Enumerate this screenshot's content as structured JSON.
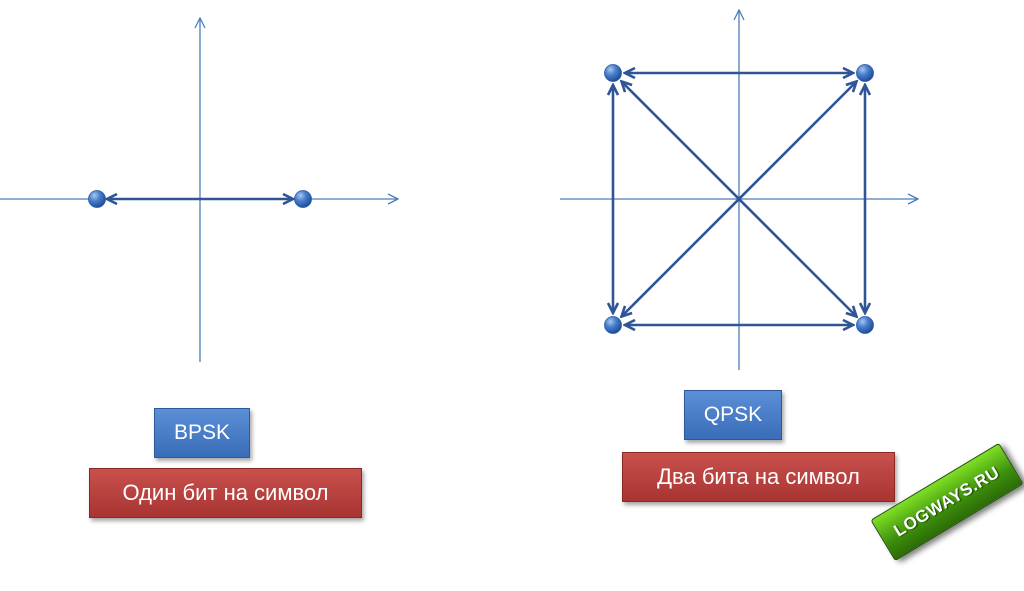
{
  "bpsk": {
    "title": "BPSK",
    "caption": "Один бит на символ",
    "points": [
      [
        -1,
        0
      ],
      [
        1,
        0
      ]
    ],
    "arrows": [
      [
        [
          -1,
          0
        ],
        [
          1,
          0
        ]
      ]
    ]
  },
  "qpsk": {
    "title": "QPSK",
    "caption": "Два бита на символ",
    "points": [
      [
        -1,
        1
      ],
      [
        1,
        1
      ],
      [
        -1,
        -1
      ],
      [
        1,
        -1
      ]
    ],
    "arrows": [
      [
        [
          -1,
          1
        ],
        [
          1,
          1
        ]
      ],
      [
        [
          -1,
          -1
        ],
        [
          1,
          -1
        ]
      ],
      [
        [
          -1,
          1
        ],
        [
          -1,
          -1
        ]
      ],
      [
        [
          1,
          1
        ],
        [
          1,
          -1
        ]
      ],
      [
        [
          -1,
          1
        ],
        [
          1,
          -1
        ]
      ],
      [
        [
          1,
          1
        ],
        [
          -1,
          -1
        ]
      ]
    ]
  },
  "logo": {
    "text": "LOGWAYS.RU"
  },
  "colors": {
    "axis": "#4a7ebb",
    "arrow": "#2f5597",
    "point": "#3d6fc0",
    "title_box": "#4a7ebb",
    "caption_box": "#b84441",
    "logo": "#5cb81a"
  }
}
